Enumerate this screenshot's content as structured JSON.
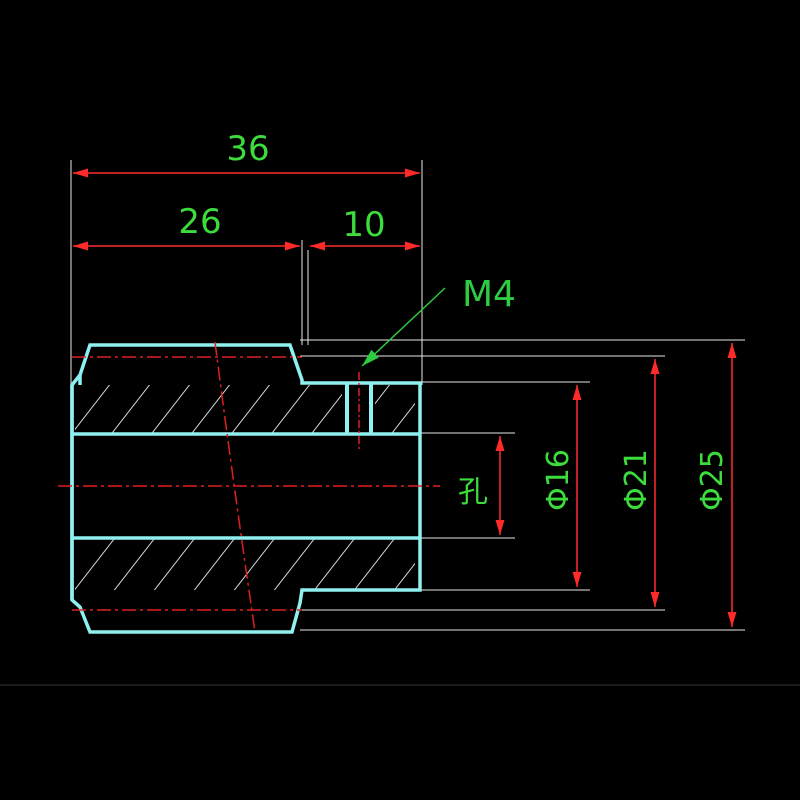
{
  "drawing": {
    "dimensions": {
      "overall_length": "36",
      "left_length": "26",
      "right_length": "10",
      "hole_label": "孔",
      "bore_diameter": "Φ16",
      "inner_step_diameter": "Φ21",
      "outer_diameter": "Φ25"
    },
    "thread_callout": "M4"
  },
  "colors": {
    "background": "#000000",
    "outline": "#8ff0f0",
    "dimension_line": "#ff2a2a",
    "dimension_text": "#3ddc3d",
    "leader": "#2ecc40",
    "hatch": "#d8d8d8",
    "centerline": "#e02020",
    "extension": "#ffffff"
  }
}
